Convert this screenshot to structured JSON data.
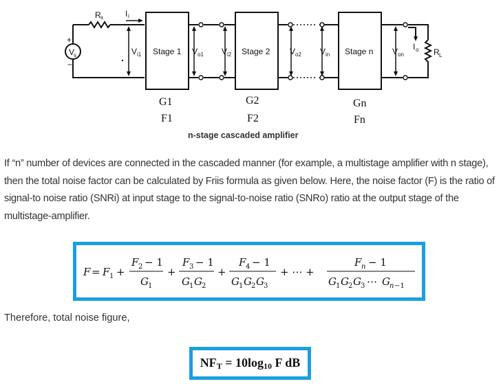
{
  "diagram": {
    "source": {
      "label": "V",
      "sub": "s",
      "plus": "+",
      "minus": "−"
    },
    "source_resistor": {
      "label": "R",
      "sub": "s"
    },
    "input_current": {
      "label": "I",
      "sub": "i"
    },
    "stages": [
      {
        "label": "Stage 1",
        "gain": "G1",
        "noise_factor": "F1"
      },
      {
        "label": "Stage 2",
        "gain": "G2",
        "noise_factor": "F2"
      },
      {
        "label": "Stage n",
        "gain": "Gn",
        "noise_factor": "Fn"
      }
    ],
    "voltages": [
      {
        "label": "V",
        "sub": "i1"
      },
      {
        "label": "V",
        "sub": "o1"
      },
      {
        "label": "V",
        "sub": "i2"
      },
      {
        "label": "V",
        "sub": "o2"
      },
      {
        "label": "V",
        "sub": "in"
      },
      {
        "label": "V",
        "sub": "on"
      }
    ],
    "output_current": {
      "label": "I",
      "sub": "o"
    },
    "load_resistor": {
      "label": "R",
      "sub": "L"
    },
    "caption": "n-stage cascaded amplifier"
  },
  "paragraph": "If “n” number of devices are connected in the cascaded manner (for example, a multistage amplifier with n stage), then the total noise factor can be calculated by Friis formula as given below. Here, the noise factor (F) is the ratio of signal-to noise ratio (SNRi) at input stage to the signal-to-noise ratio (SNRo) ratio at the output stage of the multistage-amplifier.",
  "friis_formula": {
    "lhs": "F = F₁ +",
    "terms": [
      {
        "numerator": "F₂ − 1",
        "denominator": "G₁"
      },
      {
        "numerator": "F₃ − 1",
        "denominator": "G₁G₂"
      },
      {
        "numerator": "F₄ − 1",
        "denominator": "G₁G₂G₃"
      },
      {
        "numerator": "Fₙ − 1",
        "denominator": "G₁G₂G₃ ⋯ Gₙ₋₁"
      }
    ],
    "ellipsis": "+ ⋯ +"
  },
  "therefore_text": "Therefore, total noise figure,",
  "noise_figure_formula": {
    "prefix": "NF",
    "prefix_sub": "T",
    "middle": " = 10log",
    "log_sub": "10",
    "suffix": " F dB"
  },
  "colors": {
    "box_border": "#1a9fe0",
    "text": "#333333"
  }
}
